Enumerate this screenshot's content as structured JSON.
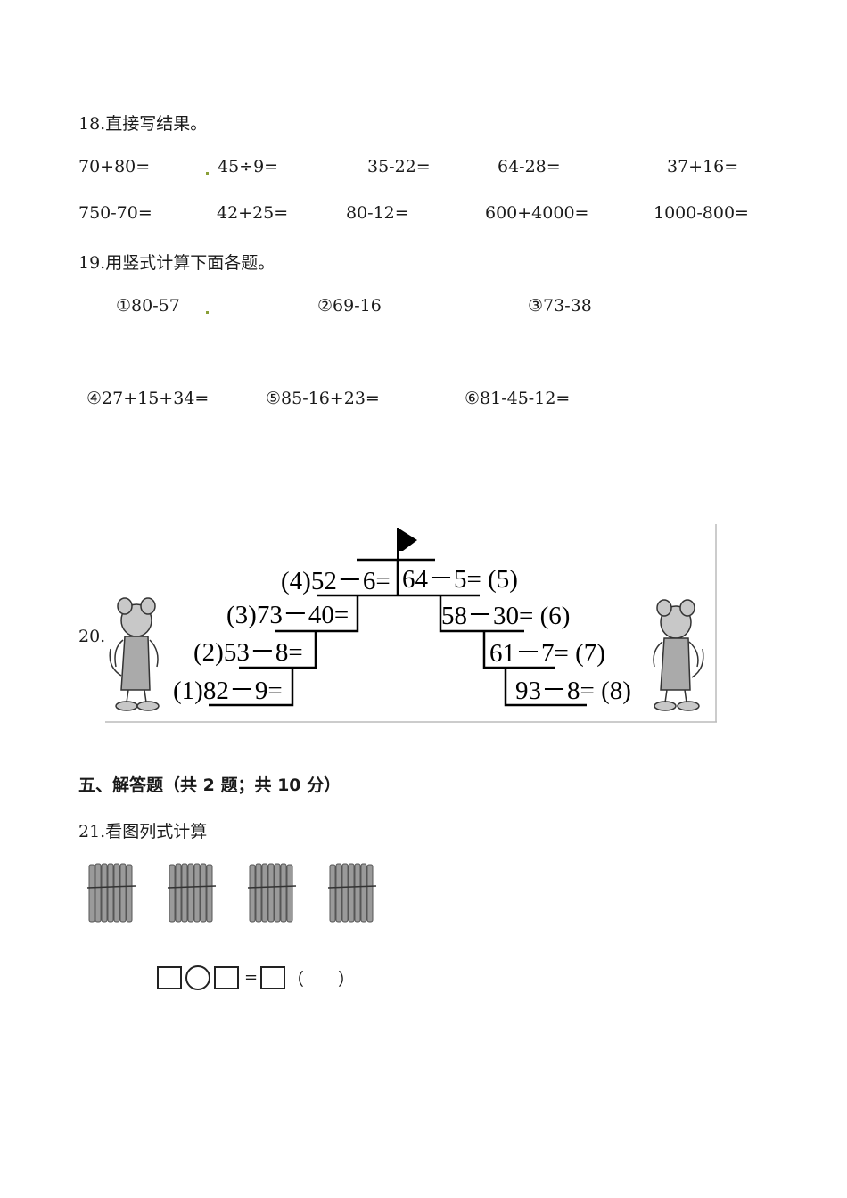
{
  "q18": {
    "title": "18.直接写结果。",
    "row1": [
      "70+80=",
      "45÷9=",
      "35-22=",
      "64-28=",
      "37+16="
    ],
    "row2": [
      "750-70=",
      "42+25=",
      "80-12=",
      "600+4000=",
      "1000-800="
    ]
  },
  "q19": {
    "title": "19.用竖式计算下面各题。",
    "row1": [
      "①80-57",
      "②69-16",
      "③73-38"
    ],
    "row2": [
      "④27+15+34=",
      "⑤85-16+23=",
      "⑥81-45-12="
    ]
  },
  "q20": {
    "number": "20.",
    "left_steps": [
      "(4)52－6=",
      "(3)73－40=",
      "(2)53－8=",
      "(1)82－9="
    ],
    "right_steps": [
      "64－5= (5)",
      "58－30= (6)",
      "61－7= (7)",
      "93－8= (8)"
    ]
  },
  "section5": {
    "heading": "五、解答题（共 2 题；共 10 分）"
  },
  "q21": {
    "title": "21.看图列式计算",
    "equals": "=",
    "paren": "（　　）"
  }
}
